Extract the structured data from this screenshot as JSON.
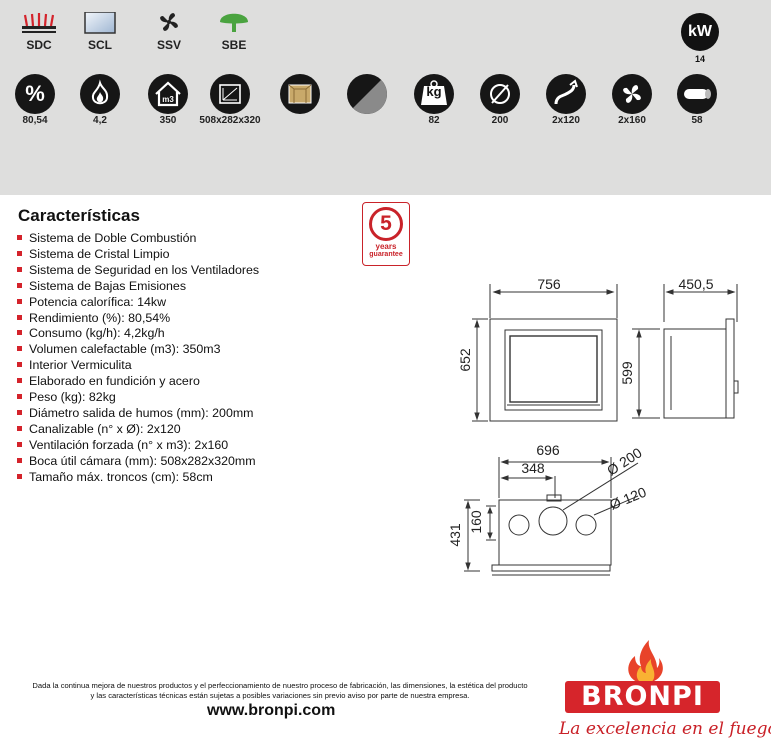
{
  "header_features": [
    {
      "label": "SDC",
      "icon": "flames-icon"
    },
    {
      "label": "SCL",
      "icon": "clean-glass-icon"
    },
    {
      "label": "SSV",
      "icon": "fan-icon"
    },
    {
      "label": "SBE",
      "icon": "tree-icon"
    }
  ],
  "power": {
    "unit": "kW",
    "value": "14"
  },
  "specs": [
    {
      "icon": "percent-icon",
      "value": "80,54"
    },
    {
      "icon": "flame-consumption-icon",
      "value": "4,2"
    },
    {
      "icon": "house-volume-icon",
      "value": "350"
    },
    {
      "icon": "chamber-dimensions-icon",
      "value": "508x282x320"
    },
    {
      "icon": "vermiculite-icon",
      "value": ""
    },
    {
      "icon": "cast-iron-steel-icon",
      "value": ""
    },
    {
      "icon": "weight-icon",
      "value": "82"
    },
    {
      "icon": "diameter-icon",
      "value": "200"
    },
    {
      "icon": "ducting-icon",
      "value": "2x120"
    },
    {
      "icon": "fan-icon",
      "value": "2x160"
    },
    {
      "icon": "log-icon",
      "value": "58"
    }
  ],
  "icon_text": {
    "percent": "%",
    "kg": "kg"
  },
  "characteristics": {
    "title": "Características",
    "items": [
      "Sistema de Doble Combustión",
      "Sistema de Cristal Limpio",
      "Sistema de Seguridad en los Ventiladores",
      "Sistema de Bajas Emisiones",
      "Potencia calorífica: 14kw",
      "Rendimiento (%): 80,54%",
      "Consumo (kg/h): 4,2kg/h",
      "Volumen calefactable (m3): 350m3",
      "Interior Vermiculita",
      "Elaborado en fundición y acero",
      "Peso (kg): 82kg",
      "Diámetro salida de humos (mm): 200mm",
      "Canalizable (n° x Ø): 2x120",
      "Ventilación forzada (n° x m3): 2x160",
      "Boca útil cámara (mm): 508x282x320mm",
      "Tamaño máx. troncos (cm): 58cm"
    ]
  },
  "warranty": {
    "number": "5",
    "line1": "years",
    "line2": "guarantee"
  },
  "drawings": {
    "front_width": "756",
    "front_height": "652",
    "side_depth": "450,5",
    "side_height": "599",
    "top_width": "696",
    "top_half": "348",
    "top_depth": "431",
    "top_axis": "160",
    "flue_diameter": "Ø 200",
    "duct_diameter": "Ø 120"
  },
  "footer": {
    "disclaimer_line1": "Dada la continua mejora de nuestros productos y el perfeccionamiento de nuestro proceso de fabricación, las dimensiones, la estética del producto",
    "disclaimer_line2": "y las características técnicas están sujetas a posibles variaciones sin previo aviso por parte de nuestra empresa.",
    "website": "www.bronpi.com",
    "brand": "BRONPI",
    "slogan": "La excelencia en el fuego"
  },
  "colors": {
    "accent_red": "#d4232b",
    "band_grey": "#dededd",
    "icon_dark": "#161616",
    "sbe_green": "#4aa33f"
  }
}
